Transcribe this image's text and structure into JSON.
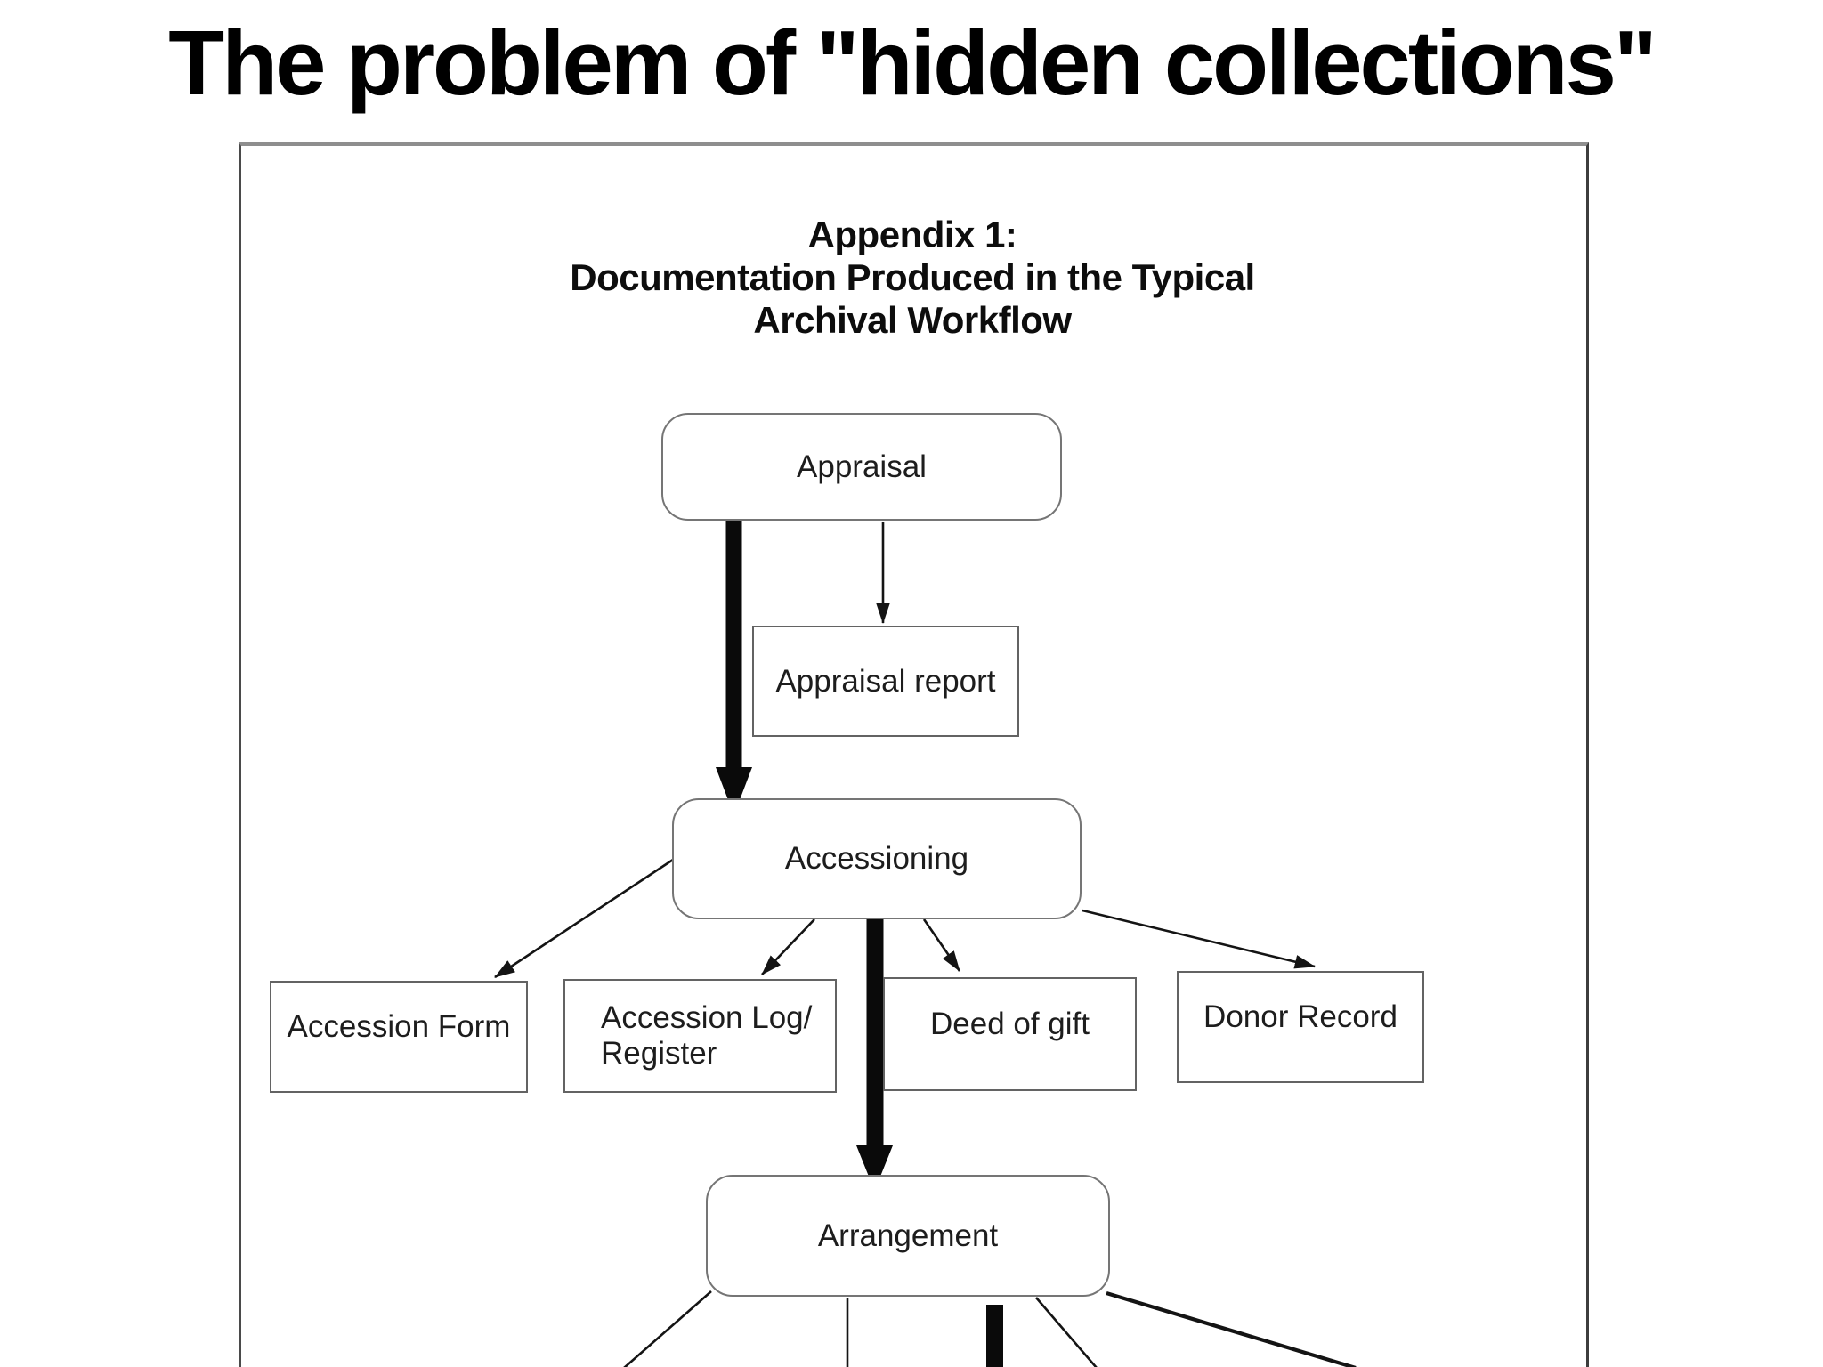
{
  "title": "The problem of \"hidden collections\"",
  "diagram": {
    "header": {
      "line1": "Appendix 1:",
      "line2": "Documentation Produced in the Typical",
      "line3": "Archival Workflow"
    },
    "nodes": {
      "appraisal": {
        "label": "Appraisal",
        "shape": "rounded"
      },
      "appraisal_report": {
        "label": "Appraisal report",
        "shape": "rect"
      },
      "accessioning": {
        "label": "Accessioning",
        "shape": "rounded"
      },
      "accession_form": {
        "label": "Accession Form",
        "shape": "rect"
      },
      "accession_log": {
        "label": "Accession Log/ Register",
        "line1": "Accession Log/",
        "line2": "Register",
        "shape": "rect"
      },
      "deed_of_gift": {
        "label": "Deed of gift",
        "shape": "rect"
      },
      "donor_record": {
        "label": "Donor Record",
        "shape": "rect"
      },
      "arrangement": {
        "label": "Arrangement",
        "shape": "rounded"
      }
    },
    "edges": [
      {
        "from": "Appraisal",
        "to": "Accessioning",
        "style": "thick-arrow"
      },
      {
        "from": "Appraisal",
        "to": "Appraisal report",
        "style": "thin-arrow"
      },
      {
        "from": "Accessioning",
        "to": "Accession Form",
        "style": "thin-arrow"
      },
      {
        "from": "Accessioning",
        "to": "Accession Log/Register",
        "style": "thin-arrow"
      },
      {
        "from": "Accessioning",
        "to": "Deed of gift",
        "style": "thin-arrow"
      },
      {
        "from": "Accessioning",
        "to": "Donor Record",
        "style": "thin-arrow"
      },
      {
        "from": "Accessioning",
        "to": "Arrangement",
        "style": "thick-arrow"
      },
      {
        "from": "Arrangement",
        "to": "",
        "style": "thin-line",
        "cut_off_at_bottom": true
      },
      {
        "from": "Arrangement",
        "to": "",
        "style": "thin-line",
        "cut_off_at_bottom": true
      },
      {
        "from": "Arrangement",
        "to": "",
        "style": "thick-line",
        "cut_off_at_bottom": true
      },
      {
        "from": "Arrangement",
        "to": "",
        "style": "thin-line",
        "cut_off_at_bottom": true
      },
      {
        "from": "Arrangement",
        "to": "",
        "style": "heavy-line",
        "cut_off_at_bottom": true
      }
    ]
  },
  "colors": {
    "background": "#ffffff",
    "ink": "#000000",
    "box_border": "#636363",
    "rounded_border": "#757575",
    "frame_border": "#8e8e8e"
  }
}
